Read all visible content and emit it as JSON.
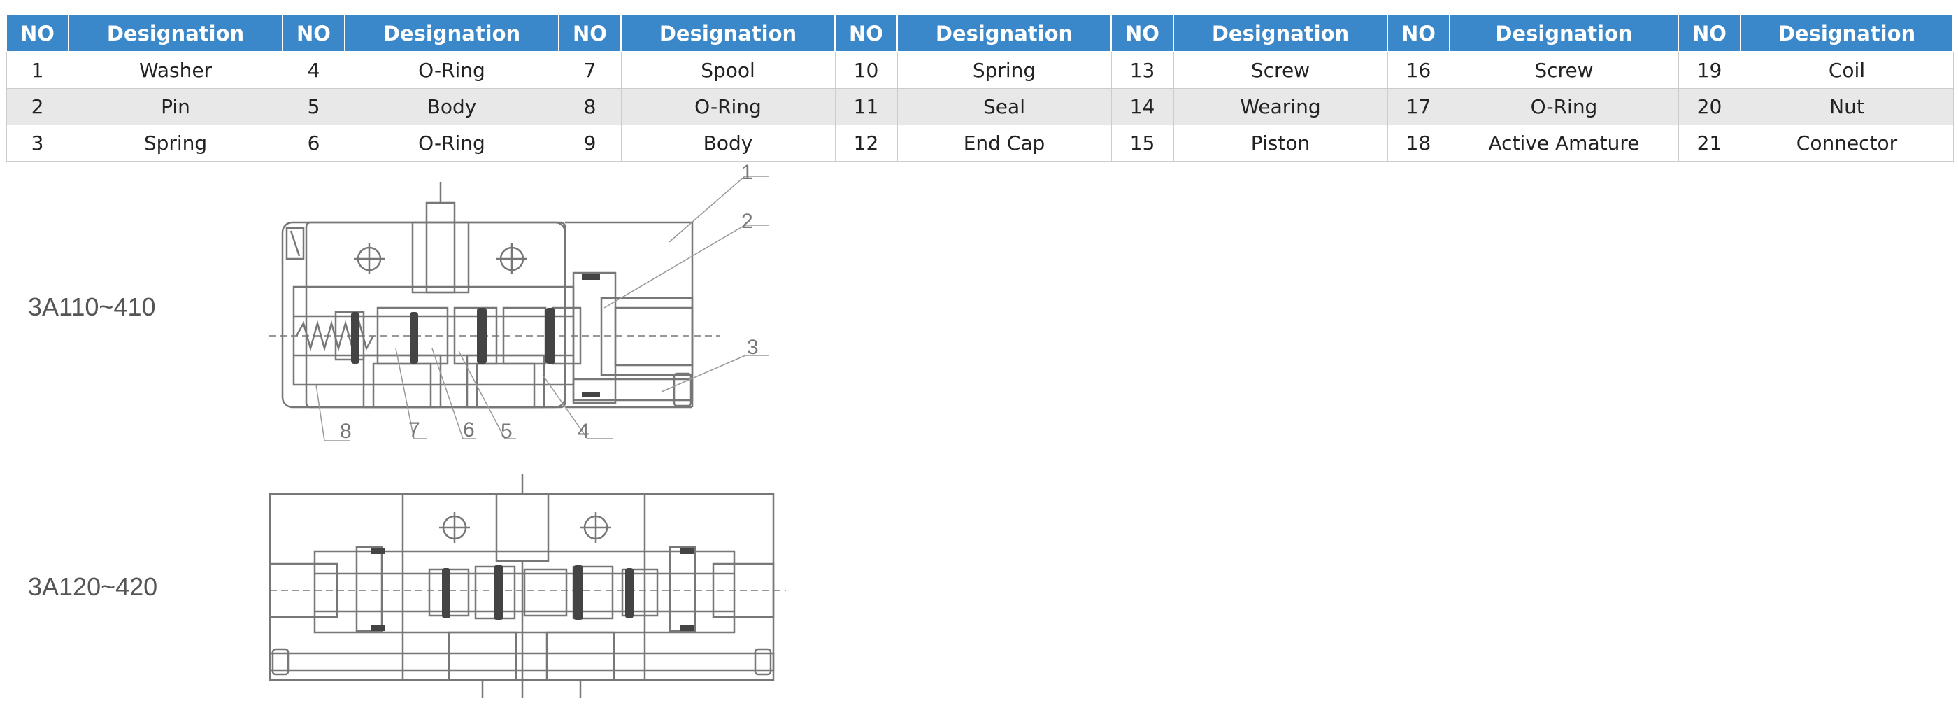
{
  "table": {
    "headers": [
      "NO",
      "Designation",
      "NO",
      "Designation",
      "NO",
      "Designation",
      "NO",
      "Designation",
      "NO",
      "Designation",
      "NO",
      "Designation",
      "NO",
      "Designation"
    ],
    "rows": [
      [
        "1",
        "Washer",
        "4",
        "O-Ring",
        "7",
        "Spool",
        "10",
        "Spring",
        "13",
        "Screw",
        "16",
        "Screw",
        "19",
        "Coil"
      ],
      [
        "2",
        "Pin",
        "5",
        "Body",
        "8",
        "O-Ring",
        "11",
        "Seal",
        "14",
        "Wearing",
        "17",
        "O-Ring",
        "20",
        "Nut"
      ],
      [
        "3",
        "Spring",
        "6",
        "O-Ring",
        "9",
        "Body",
        "12",
        "End Cap",
        "15",
        "Piston",
        "18",
        "Active Amature",
        "21",
        "Connector"
      ]
    ]
  },
  "diagrams": {
    "top_label": "3A110~410",
    "bottom_label": "3A120~420",
    "callouts": [
      "1",
      "2",
      "3",
      "4",
      "5",
      "6",
      "7",
      "8"
    ]
  },
  "colors": {
    "header_bg": "#3a87c9",
    "shaded_row": "#e8e8e8",
    "drawing_line": "#777777"
  }
}
